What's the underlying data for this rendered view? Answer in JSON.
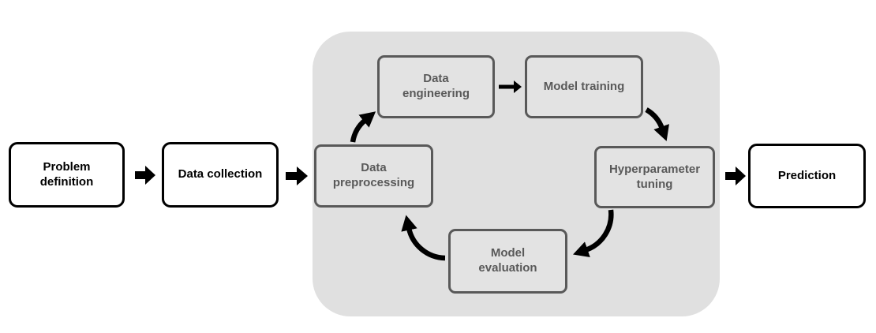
{
  "diagram": {
    "description": "Machine learning workflow diagram with an iterative model development cycle",
    "outer_nodes": [
      {
        "id": "problem-definition",
        "label": "Problem\ndefinition"
      },
      {
        "id": "data-collection",
        "label": "Data collection"
      },
      {
        "id": "prediction",
        "label": "Prediction"
      }
    ],
    "cycle_nodes": [
      {
        "id": "data-preprocessing",
        "label": "Data\npreprocessing"
      },
      {
        "id": "data-engineering",
        "label": "Data\nengineering"
      },
      {
        "id": "model-training",
        "label": "Model training"
      },
      {
        "id": "hyperparameter-tuning",
        "label": "Hyperparameter\ntuning"
      },
      {
        "id": "model-evaluation",
        "label": "Model\nevaluation"
      }
    ],
    "connections": [
      {
        "from": "Problem definition",
        "to": "Data collection",
        "type": "block-arrow"
      },
      {
        "from": "Data collection",
        "to": "Data preprocessing",
        "type": "block-arrow"
      },
      {
        "from": "Data preprocessing",
        "to": "Data engineering",
        "type": "curved-arrow"
      },
      {
        "from": "Data engineering",
        "to": "Model training",
        "type": "block-arrow"
      },
      {
        "from": "Model training",
        "to": "Hyperparameter tuning",
        "type": "curved-arrow"
      },
      {
        "from": "Hyperparameter tuning",
        "to": "Model evaluation",
        "type": "curved-arrow"
      },
      {
        "from": "Model evaluation",
        "to": "Data preprocessing",
        "type": "curved-arrow"
      },
      {
        "from": "Hyperparameter tuning",
        "to": "Prediction",
        "type": "block-arrow"
      }
    ],
    "colors": {
      "canvas_bg": "#ffffff",
      "outer_node_fill": "#ffffff",
      "outer_node_border": "#000000",
      "outer_node_text": "#000000",
      "container_fill": "#e0e0e0",
      "inner_node_fill": "#e3e3e3",
      "inner_node_border": "#595959",
      "inner_node_text": "#595959",
      "arrow": "#000000"
    }
  }
}
